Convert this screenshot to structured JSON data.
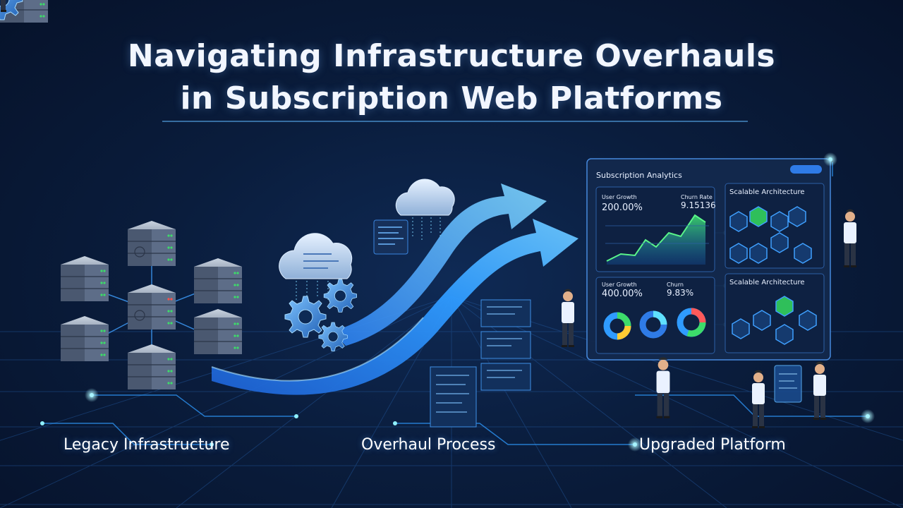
{
  "title": {
    "line1": "Navigating Infrastructure Overhauls",
    "line2": "in Subscription Web Platforms"
  },
  "stages": {
    "legacy": "Legacy Infrastructure",
    "overhaul": "Overhaul Process",
    "upgraded": "Upgraded Platform"
  },
  "dashboard": {
    "heading": "Subscription Analytics",
    "kpi1_label": "User Growth",
    "kpi1_value": "200.00%",
    "kpi1_side_label": "Churn Rate",
    "kpi1_side_value": "9.15136",
    "kpi2_label": "User Growth",
    "kpi2_value": "400.00%",
    "kpi2_side_label": "Churn",
    "kpi2_side_value": "9.83%",
    "arch_title_1": "Scalable Architecture",
    "arch_title_2": "Scalable Architecture"
  },
  "colors": {
    "accent": "#2f9bff",
    "arrow": "#3aa8ff",
    "glow": "#5fe0ff",
    "node_green": "#3ddc6a",
    "panel": "#142a4c",
    "background": "#071428"
  },
  "icons": [
    "server-icon",
    "cloud-icon",
    "gear-icon",
    "arrow-icon",
    "hexagon-node-icon",
    "person-icon"
  ]
}
